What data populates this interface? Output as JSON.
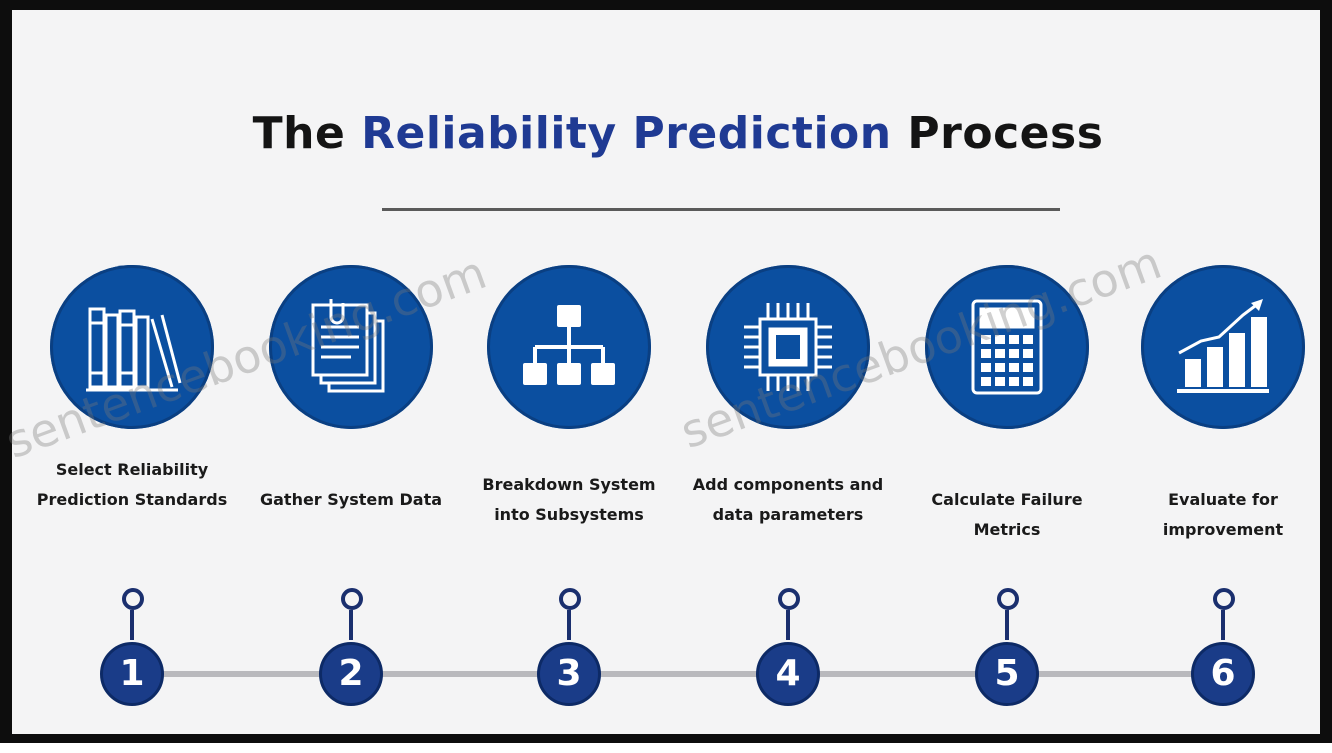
{
  "title": {
    "part1": "The ",
    "part2": "Reliability Prediction",
    "part3": " Process"
  },
  "watermark": "sentencebooking.com",
  "colors": {
    "circle_fill": "#0b4fa0",
    "number_fill": "#1a3c88",
    "title_accent": "#1f3a93",
    "title_dark": "#141414"
  },
  "steps": [
    {
      "number": "1",
      "label": "Select Reliability Prediction Standards",
      "icon": "books-icon"
    },
    {
      "number": "2",
      "label": "Gather System Data",
      "icon": "documents-icon"
    },
    {
      "number": "3",
      "label": "Breakdown System into Subsystems",
      "icon": "hierarchy-icon"
    },
    {
      "number": "4",
      "label": "Add components and data parameters",
      "icon": "chip-icon"
    },
    {
      "number": "5",
      "label": "Calculate Failure Metrics",
      "icon": "calculator-icon"
    },
    {
      "number": "6",
      "label": "Evaluate for improvement",
      "icon": "growth-chart-icon"
    }
  ]
}
